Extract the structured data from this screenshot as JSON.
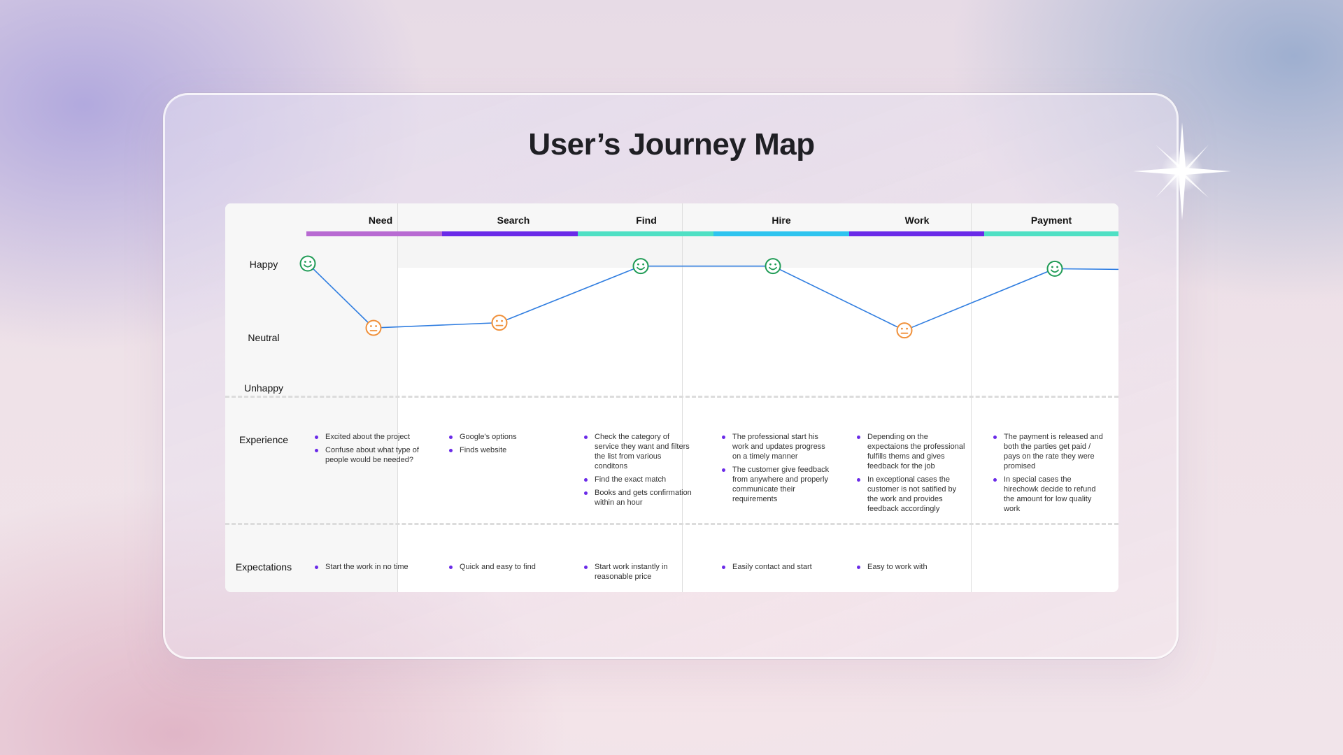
{
  "title": "User’s Journey Map",
  "stages": [
    {
      "name": "Need",
      "color": "#b86ad2"
    },
    {
      "name": "Search",
      "color": "#6a2ae8"
    },
    {
      "name": "Find",
      "color": "#4fe0c4"
    },
    {
      "name": "Hire",
      "color": "#2ec4ef"
    },
    {
      "name": "Work",
      "color": "#6a2ae8"
    },
    {
      "name": "Payment",
      "color": "#4fe0c4"
    }
  ],
  "mood_levels": [
    "Happy",
    "Neutral",
    "Unhappy"
  ],
  "row_labels": {
    "experience": "Experience",
    "expectations": "Expectations"
  },
  "journey": [
    {
      "point": "Need start",
      "mood": "happy",
      "level": 1.0
    },
    {
      "point": "Need",
      "mood": "neutral",
      "level": 0.5
    },
    {
      "point": "Search",
      "mood": "neutral",
      "level": 0.54
    },
    {
      "point": "Find",
      "mood": "happy",
      "level": 0.98
    },
    {
      "point": "Hire",
      "mood": "happy",
      "level": 0.98
    },
    {
      "point": "Work",
      "mood": "neutral",
      "level": 0.48
    },
    {
      "point": "Payment",
      "mood": "happy",
      "level": 0.96
    }
  ],
  "colors": {
    "line": "#2f7de0",
    "happy": "#1f9b55",
    "neutral": "#f0903a",
    "bullet": "#6a2ae8"
  },
  "experience": [
    [
      "Excited about the project",
      "Confuse about what type of people would be needed?"
    ],
    [
      "Google's options",
      "Finds website"
    ],
    [
      "Check the category of service they want and filters the list from various conditons",
      "Find the exact match",
      "Books and gets confirmation within an hour"
    ],
    [
      "The professional start his work and updates progress on a timely manner",
      "The customer give feedback from anywhere and properly communicate their requirements"
    ],
    [
      "Depending on the expectaions the professional fulfills thems and gives feedback for the job",
      "In exceptional cases the customer is not satified by the work and provides feedback accordingly"
    ],
    [
      "The payment is released and both the parties get paid / pays on the rate they were promised",
      "In special cases the hirechowk decide to refund the amount for low quality work"
    ]
  ],
  "expectations": [
    [
      "Start the work in no time"
    ],
    [
      "Quick and easy to find"
    ],
    [
      "Start work instantly in reasonable price"
    ],
    [
      "Easily contact and start"
    ],
    [
      "Easy to work with"
    ],
    []
  ]
}
